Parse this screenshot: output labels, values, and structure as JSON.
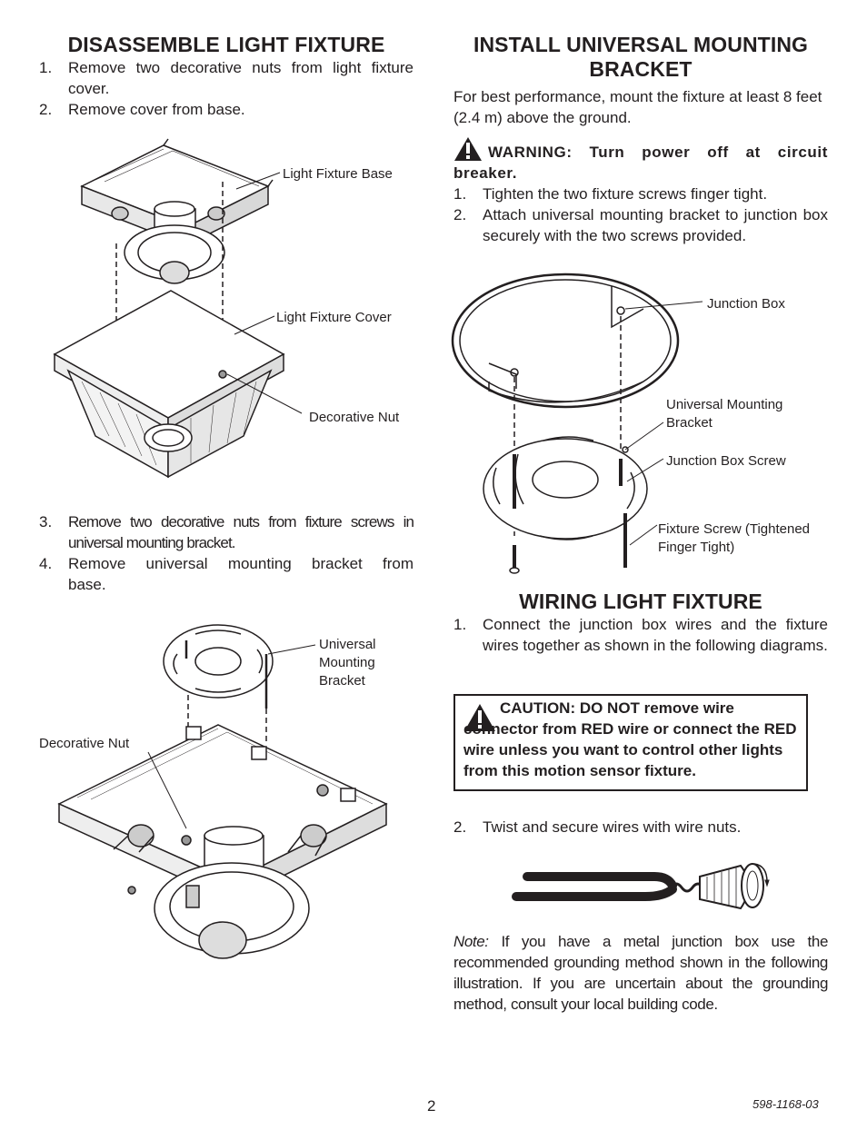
{
  "disassemble": {
    "title": "DISASSEMBLE LIGHT FIXTURE",
    "steps_a": [
      {
        "num": "1.",
        "text": "Remove two decorative nuts from light fixture cover."
      },
      {
        "num": "2.",
        "text": "Remove cover from base."
      }
    ],
    "fig1_labels": {
      "base": "Light Fixture Base",
      "cover": "Light Fixture Cover",
      "nut": "Decorative Nut"
    },
    "steps_b": [
      {
        "num": "3.",
        "text": "Remove two decorative nuts from fixture screws in universal mounting bracket."
      },
      {
        "num": "4.",
        "text": "Remove universal mounting bracket from base."
      }
    ],
    "fig2_labels": {
      "bracket_1": "Universal",
      "bracket_2": "Mounting",
      "bracket_3": "Bracket",
      "nut": "Decorative Nut"
    }
  },
  "install": {
    "title_line1": "INSTALL UNIVERSAL MOUNTING",
    "title_line2": "BRACKET",
    "intro": "For best performance, mount the fixture at least 8 feet (2.4 m) above the ground.",
    "warning": "WARNING: Turn power off at circuit breaker.",
    "steps": [
      {
        "num": "1.",
        "text": "Tighten the two fixture screws finger tight."
      },
      {
        "num": "2.",
        "text": "Attach universal mounting bracket to junction box securely with the two screws provided."
      }
    ],
    "fig_labels": {
      "junction_box": "Junction Box",
      "bracket_1": "Universal Mounting",
      "bracket_2": "Bracket",
      "junction_screw": "Junction Box Screw",
      "fixture_screw_1": "Fixture Screw (Tightened",
      "fixture_screw_2": "Finger Tight)"
    }
  },
  "wiring": {
    "title": "WIRING LIGHT FIXTURE",
    "steps_a": [
      {
        "num": "1.",
        "text": "Connect the junction box wires and the fixture wires together as shown in the following diagrams."
      }
    ],
    "caution": "CAUTION: DO NOT remove wire connector from RED wire or  connect the RED wire unless you want to control other lights from this motion sensor fixture.",
    "steps_b": [
      {
        "num": "2.",
        "text": "Twist and secure wires with wire nuts."
      }
    ],
    "note_label": "Note:",
    "note_text": " If you have a metal junction box use the recommended grounding method shown in the following illustration. If you are uncertain about the grounding method, consult your local building code."
  },
  "footer": {
    "page_number": "2",
    "doc_code": "598-1168-03"
  }
}
